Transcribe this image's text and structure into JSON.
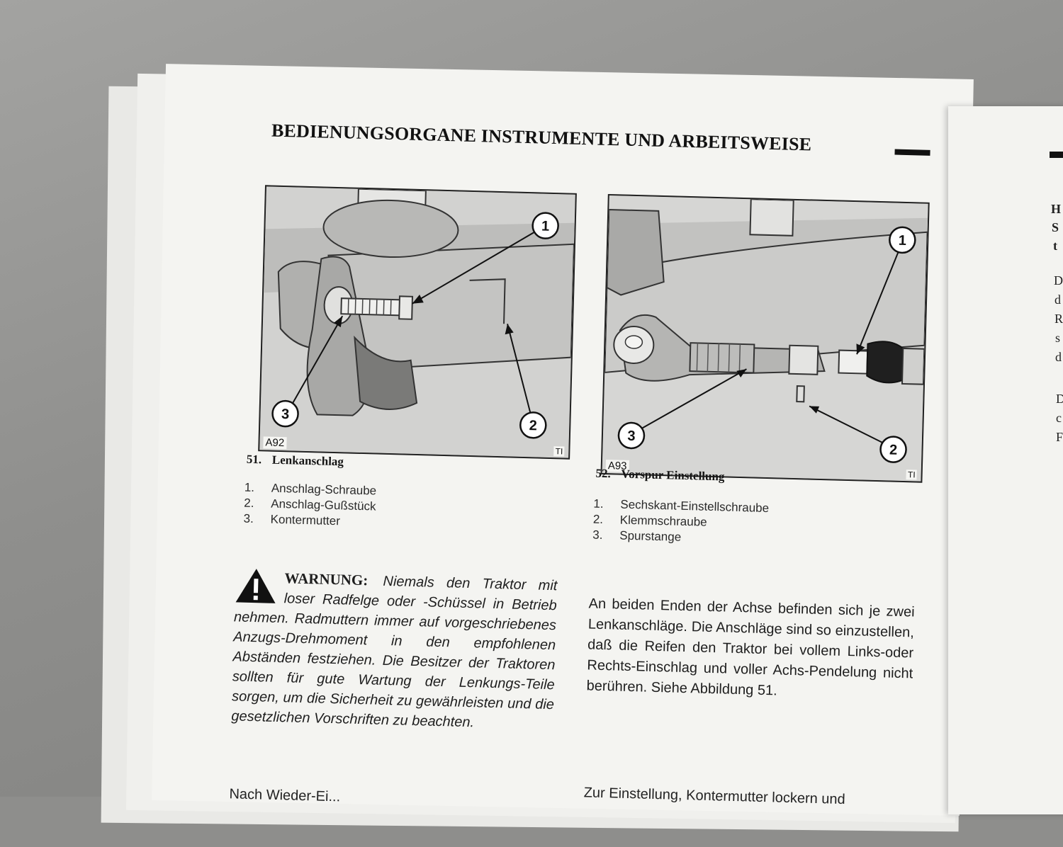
{
  "page": {
    "header": "BEDIENUNGSORGANE INSTRUMENTE UND ARBEITSWEISE"
  },
  "figures": [
    {
      "code": "A92",
      "mark": "TI",
      "callouts": [
        "1",
        "2",
        "3"
      ],
      "caption_number": "51.",
      "caption_title": "Lenkanschlag",
      "legend": [
        {
          "n": "1.",
          "text": "Anschlag-Schraube"
        },
        {
          "n": "2.",
          "text": "Anschlag-Gußstück"
        },
        {
          "n": "3.",
          "text": "Kontermutter"
        }
      ]
    },
    {
      "code": "A93",
      "mark": "TI",
      "callouts": [
        "1",
        "2",
        "3"
      ],
      "caption_number": "52.",
      "caption_title": "Vorspur Einstellung",
      "legend": [
        {
          "n": "1.",
          "text": "Sechskant-Einstellschraube"
        },
        {
          "n": "2.",
          "text": "Klemmschraube"
        },
        {
          "n": "3.",
          "text": "Spurstange"
        }
      ]
    }
  ],
  "warning": {
    "label": "WARNUNG:",
    "text": "Niemals den Traktor mit loser Radfelge oder -Schüssel in Betrieb nehmen. Radmuttern immer auf vorgeschriebenes Anzugs-Drehmoment in den empfohlenen Abständen festziehen. Die Besitzer der Traktoren sollten für gute Wartung der Lenkungs-Teile sorgen, um die Sicherheit zu gewährleisten und die gesetzlichen Vorschriften zu beachten."
  },
  "body_text": "An beiden Enden der Achse befinden sich je zwei Lenkanschläge. Die Anschläge sind so einzustellen, daß die Reifen den Traktor bei vollem Links-oder Rechts-Einschlag und voller Achs-Pendelung nicht berühren. Siehe Abbildung 51.",
  "bottom_fragments": {
    "left": "Nach Wieder-Ei...",
    "right": "Zur Einstellung, Kontermutter lockern und"
  },
  "side_fragments": [
    "H",
    "S",
    "t",
    "D",
    "d",
    "R",
    "s",
    "d",
    "D",
    "c",
    "F"
  ]
}
